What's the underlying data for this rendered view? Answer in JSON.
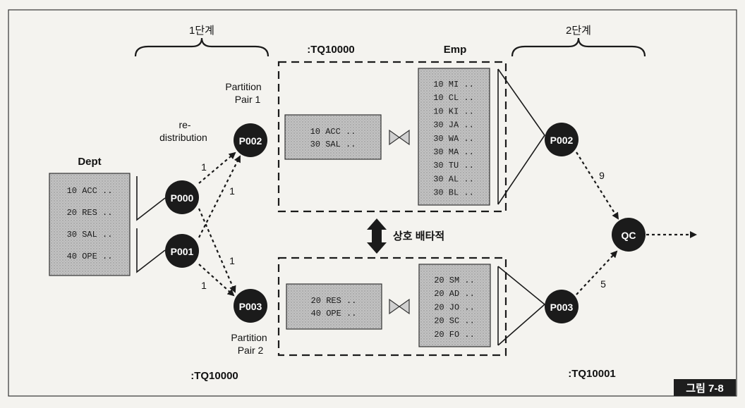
{
  "stage1_label": "1단계",
  "stage2_label": "2단계",
  "tq_top": ":TQ10000",
  "tq_bottom_left": ":TQ10000",
  "tq_bottom_right": ":TQ10001",
  "emp_label": "Emp",
  "dept_label": "Dept",
  "redistribution_label": [
    "re-",
    "distribution"
  ],
  "partition_pair_1": [
    "Partition",
    "Pair 1"
  ],
  "partition_pair_2": [
    "Partition",
    "Pair 2"
  ],
  "mutual_exclusive_label": "상호 배타적",
  "figure_label": "그림 7-8",
  "dept_rows": [
    "10 ACC ..",
    "20 RES ..",
    "30 SAL ..",
    "40 OPE .."
  ],
  "pair1_dept_rows": [
    "10 ACC ..",
    "30 SAL .."
  ],
  "pair2_dept_rows": [
    "20 RES ..",
    "40 OPE .."
  ],
  "pair1_emp_rows": [
    "10 MI ..",
    "10 CL ..",
    "10 KI ..",
    "30 JA ..",
    "30 WA ..",
    "30 MA ..",
    "30 TU ..",
    "30 AL ..",
    "30 BL .."
  ],
  "pair2_emp_rows": [
    "20 SM ..",
    "20 AD ..",
    "20 JO ..",
    "20 SC ..",
    "20 FO .."
  ],
  "nodes": {
    "p000": "P000",
    "p001": "P001",
    "p002_left": "P002",
    "p003_left": "P003",
    "p002_right": "P002",
    "p003_right": "P003",
    "qc": "QC"
  },
  "edge_counts": {
    "p000_p002": "1",
    "p001_p002": "1",
    "p000_p003": "1",
    "p001_p003": "1",
    "p002_qc": "9",
    "p003_qc": "5"
  },
  "colors": {
    "background": "#f4f3ef",
    "node_fill": "#1b1b1b",
    "table_fill": "#b8b8b8",
    "line": "#1a1a1a",
    "figure_tag_bg": "#1e1e1e"
  }
}
